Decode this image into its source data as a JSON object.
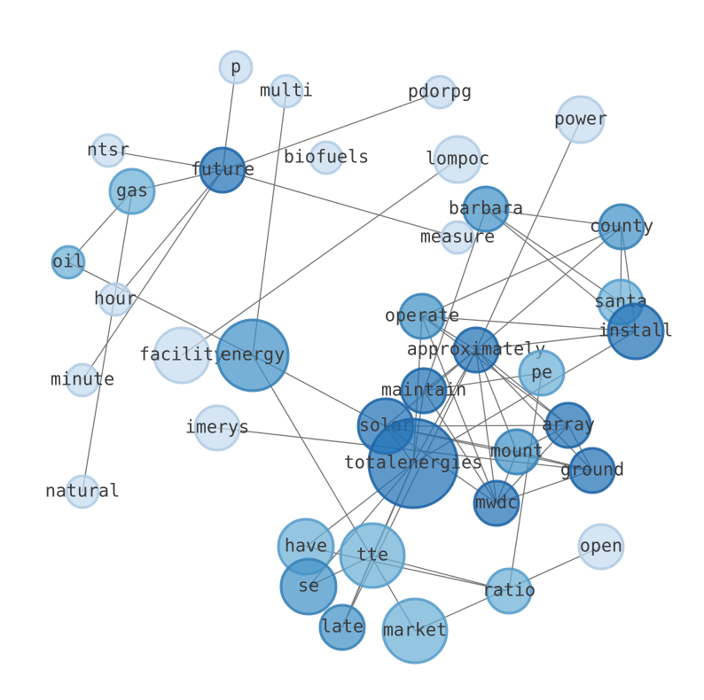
{
  "diagram": {
    "type": "network",
    "nodes": [
      {
        "id": "p",
        "label": "p",
        "shade": "#c6dbef"
      },
      {
        "id": "multi",
        "label": "multi",
        "shade": "#c6dbef"
      },
      {
        "id": "pdorpg",
        "label": "pdorpg",
        "shade": "#c6dbef"
      },
      {
        "id": "power",
        "label": "power",
        "shade": "#c6dbef"
      },
      {
        "id": "ntsr",
        "label": "ntsr",
        "shade": "#c6dbef"
      },
      {
        "id": "future",
        "label": "future",
        "shade": "#2171b5"
      },
      {
        "id": "biofuels",
        "label": "biofuels",
        "shade": "#c6dbef"
      },
      {
        "id": "lompoc",
        "label": "lompoc",
        "shade": "#c6dbef"
      },
      {
        "id": "gas",
        "label": "gas",
        "shade": "#6baed6"
      },
      {
        "id": "barbara",
        "label": "barbara",
        "shade": "#4292c6"
      },
      {
        "id": "county",
        "label": "county",
        "shade": "#4292c6"
      },
      {
        "id": "measure",
        "label": "measure",
        "shade": "#c6dbef"
      },
      {
        "id": "oil",
        "label": "oil",
        "shade": "#6baed6"
      },
      {
        "id": "hour",
        "label": "hour",
        "shade": "#c6dbef"
      },
      {
        "id": "santa",
        "label": "santa",
        "shade": "#6baed6"
      },
      {
        "id": "operate",
        "label": "operate",
        "shade": "#4292c6"
      },
      {
        "id": "install",
        "label": "install",
        "shade": "#2171b5"
      },
      {
        "id": "approximately",
        "label": "approximately",
        "shade": "#2171b5"
      },
      {
        "id": "facility",
        "label": "facility",
        "shade": "#c6dbef"
      },
      {
        "id": "energy",
        "label": "energy",
        "shade": "#4292c6"
      },
      {
        "id": "pe",
        "label": "pe",
        "shade": "#6baed6"
      },
      {
        "id": "minute",
        "label": "minute",
        "shade": "#c6dbef"
      },
      {
        "id": "maintain",
        "label": "maintain",
        "shade": "#2171b5"
      },
      {
        "id": "imerys",
        "label": "imerys",
        "shade": "#c6dbef"
      },
      {
        "id": "solar",
        "label": "solar",
        "shade": "#2171b5"
      },
      {
        "id": "array",
        "label": "array",
        "shade": "#2171b5"
      },
      {
        "id": "mount",
        "label": "mount",
        "shade": "#4292c6"
      },
      {
        "id": "totalenergies",
        "label": "totalenergies",
        "shade": "#2171b5"
      },
      {
        "id": "ground",
        "label": "ground",
        "shade": "#2171b5"
      },
      {
        "id": "natural",
        "label": "natural",
        "shade": "#c6dbef"
      },
      {
        "id": "mwdc",
        "label": "mwdc",
        "shade": "#2171b5"
      },
      {
        "id": "open",
        "label": "open",
        "shade": "#c6dbef"
      },
      {
        "id": "have",
        "label": "have",
        "shade": "#6baed6"
      },
      {
        "id": "tte",
        "label": "tte",
        "shade": "#6baed6"
      },
      {
        "id": "se",
        "label": "se",
        "shade": "#4292c6"
      },
      {
        "id": "ratio",
        "label": "ratio",
        "shade": "#6baed6"
      },
      {
        "id": "late",
        "label": "late",
        "shade": "#4292c6"
      },
      {
        "id": "market",
        "label": "market",
        "shade": "#6baed6"
      }
    ],
    "edges": [
      [
        "p",
        "future"
      ],
      [
        "ntsr",
        "future"
      ],
      [
        "future",
        "pdorpg"
      ],
      [
        "future",
        "gas"
      ],
      [
        "future",
        "measure"
      ],
      [
        "future",
        "hour"
      ],
      [
        "future",
        "minute"
      ],
      [
        "multi",
        "energy"
      ],
      [
        "gas",
        "oil"
      ],
      [
        "gas",
        "natural"
      ],
      [
        "oil",
        "energy"
      ],
      [
        "lompoc",
        "facility"
      ],
      [
        "energy",
        "solar"
      ],
      [
        "energy",
        "market"
      ],
      [
        "barbara",
        "county"
      ],
      [
        "barbara",
        "santa"
      ],
      [
        "barbara",
        "install"
      ],
      [
        "barbara",
        "maintain"
      ],
      [
        "county",
        "santa"
      ],
      [
        "county",
        "install"
      ],
      [
        "county",
        "operate"
      ],
      [
        "county",
        "approximately"
      ],
      [
        "power",
        "approximately"
      ],
      [
        "operate",
        "install"
      ],
      [
        "operate",
        "approximately"
      ],
      [
        "operate",
        "array"
      ],
      [
        "operate",
        "mwdc"
      ],
      [
        "operate",
        "totalenergies"
      ],
      [
        "approximately",
        "install"
      ],
      [
        "approximately",
        "maintain"
      ],
      [
        "approximately",
        "mount"
      ],
      [
        "approximately",
        "array"
      ],
      [
        "approximately",
        "ground"
      ],
      [
        "approximately",
        "mwdc"
      ],
      [
        "approximately",
        "solar"
      ],
      [
        "approximately",
        "totalenergies"
      ],
      [
        "approximately",
        "late"
      ],
      [
        "maintain",
        "pe"
      ],
      [
        "maintain",
        "mwdc"
      ],
      [
        "maintain",
        "totalenergies"
      ],
      [
        "solar",
        "array"
      ],
      [
        "solar",
        "mount"
      ],
      [
        "solar",
        "ground"
      ],
      [
        "solar",
        "mwdc"
      ],
      [
        "solar",
        "totalenergies"
      ],
      [
        "imerys",
        "ground"
      ],
      [
        "array",
        "mount"
      ],
      [
        "array",
        "ground"
      ],
      [
        "array",
        "mwdc"
      ],
      [
        "mount",
        "ground"
      ],
      [
        "mount",
        "mwdc"
      ],
      [
        "ground",
        "mwdc"
      ],
      [
        "install",
        "totalenergies"
      ],
      [
        "totalenergies",
        "have"
      ],
      [
        "totalenergies",
        "tte"
      ],
      [
        "totalenergies",
        "se"
      ],
      [
        "totalenergies",
        "late"
      ],
      [
        "pe",
        "ratio"
      ],
      [
        "tte",
        "se"
      ],
      [
        "tte",
        "ratio"
      ],
      [
        "tte",
        "late"
      ],
      [
        "have",
        "ratio"
      ],
      [
        "open",
        "market"
      ]
    ]
  }
}
